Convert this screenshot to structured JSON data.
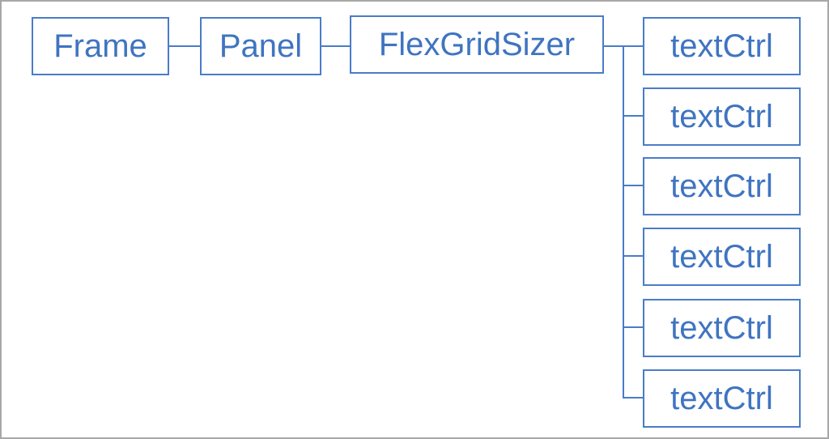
{
  "diagram": {
    "type": "tree",
    "nodes": {
      "frame": "Frame",
      "panel": "Panel",
      "sizer": "FlexGridSizer",
      "children": [
        "textCtrl",
        "textCtrl",
        "textCtrl",
        "textCtrl",
        "textCtrl",
        "textCtrl"
      ]
    },
    "colors": {
      "node_text": "#3f74c1",
      "node_border": "#4a7cc8",
      "outer_border": "#a7a7a7",
      "background": "#ffffff"
    }
  }
}
